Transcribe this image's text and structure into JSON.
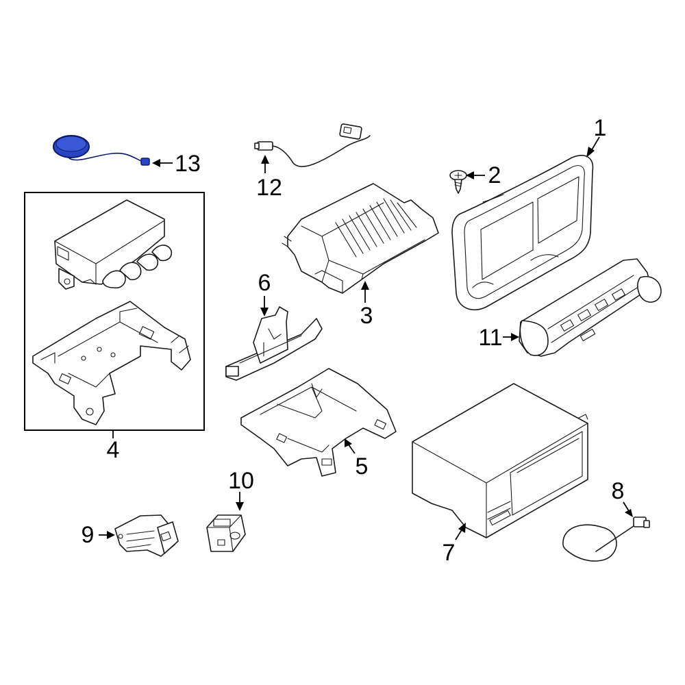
{
  "diagram": {
    "callouts": [
      {
        "id": "1",
        "label": "1"
      },
      {
        "id": "2",
        "label": "2"
      },
      {
        "id": "3",
        "label": "3"
      },
      {
        "id": "4",
        "label": "4"
      },
      {
        "id": "5",
        "label": "5"
      },
      {
        "id": "6",
        "label": "6"
      },
      {
        "id": "7",
        "label": "7"
      },
      {
        "id": "8",
        "label": "8"
      },
      {
        "id": "9",
        "label": "9"
      },
      {
        "id": "10",
        "label": "10"
      },
      {
        "id": "11",
        "label": "11"
      },
      {
        "id": "12",
        "label": "12"
      },
      {
        "id": "13",
        "label": "13"
      }
    ],
    "colors": {
      "line": "#1a1a1a",
      "background": "#ffffff",
      "highlight_fill": "#2a45c4",
      "highlight_stroke": "#0d1b6b"
    }
  }
}
